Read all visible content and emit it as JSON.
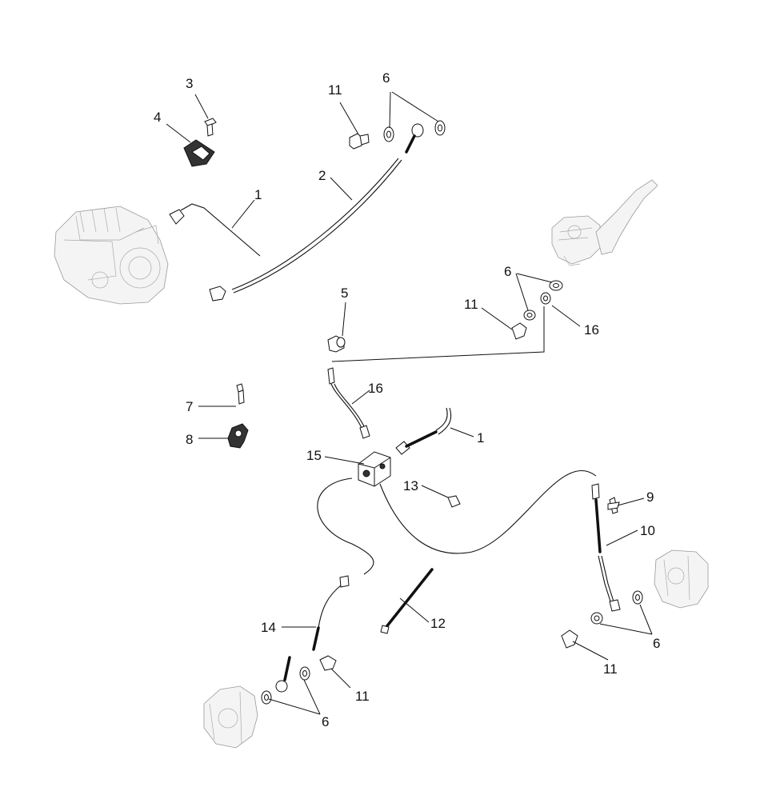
{
  "callouts": [
    {
      "id": "c-3a",
      "text": "3"
    },
    {
      "id": "c-4a",
      "text": "4"
    },
    {
      "id": "c-11a",
      "text": "11"
    },
    {
      "id": "c-6a",
      "text": "6"
    },
    {
      "id": "c-2a",
      "text": "2"
    },
    {
      "id": "c-1a",
      "text": "1"
    },
    {
      "id": "c-6b",
      "text": "6"
    },
    {
      "id": "c-11b",
      "text": "11"
    },
    {
      "id": "c-16a",
      "text": "16"
    },
    {
      "id": "c-5a",
      "text": "5"
    },
    {
      "id": "c-16b",
      "text": "16"
    },
    {
      "id": "c-7a",
      "text": "7"
    },
    {
      "id": "c-8a",
      "text": "8"
    },
    {
      "id": "c-1b",
      "text": "1"
    },
    {
      "id": "c-15a",
      "text": "15"
    },
    {
      "id": "c-13a",
      "text": "13"
    },
    {
      "id": "c-9a",
      "text": "9"
    },
    {
      "id": "c-10a",
      "text": "10"
    },
    {
      "id": "c-12a",
      "text": "12"
    },
    {
      "id": "c-14a",
      "text": "14"
    },
    {
      "id": "c-6c",
      "text": "6"
    },
    {
      "id": "c-11c",
      "text": "11"
    },
    {
      "id": "c-11d",
      "text": "11"
    },
    {
      "id": "c-6d",
      "text": "6"
    }
  ]
}
